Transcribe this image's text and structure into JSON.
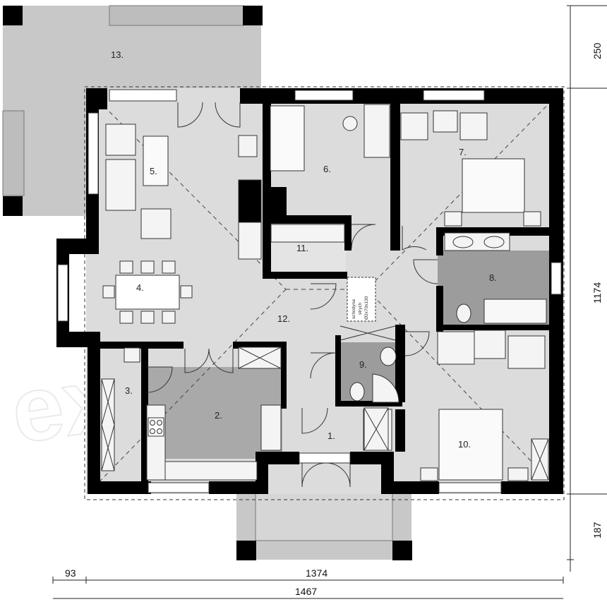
{
  "colors": {
    "wall": "#000000",
    "floor": "#dcdcdc",
    "terrace": "#c8c8c8",
    "kitchen_floor": "#a9a9a9",
    "bathroom_floor": "#9c9c9c",
    "roof_line": "#333333"
  },
  "rooms": {
    "r1": "1.",
    "r2": "2.",
    "r3": "3.",
    "r4": "4.",
    "r5": "5.",
    "r6": "6.",
    "r7": "7.",
    "r8": "8.",
    "r9": "9.",
    "r10": "10.",
    "r11": "11.",
    "r12": "12.",
    "r13": "13."
  },
  "stairs": {
    "line1": "schodyna",
    "line2": "strych",
    "line3": "Ø2x70x130"
  },
  "dimensions": {
    "right_top": "250",
    "right_middle": "1174",
    "right_bottom": "187",
    "bottom_left": "93",
    "bottom_middle": "1374",
    "bottom_total": "1467"
  },
  "watermark": "extradom"
}
